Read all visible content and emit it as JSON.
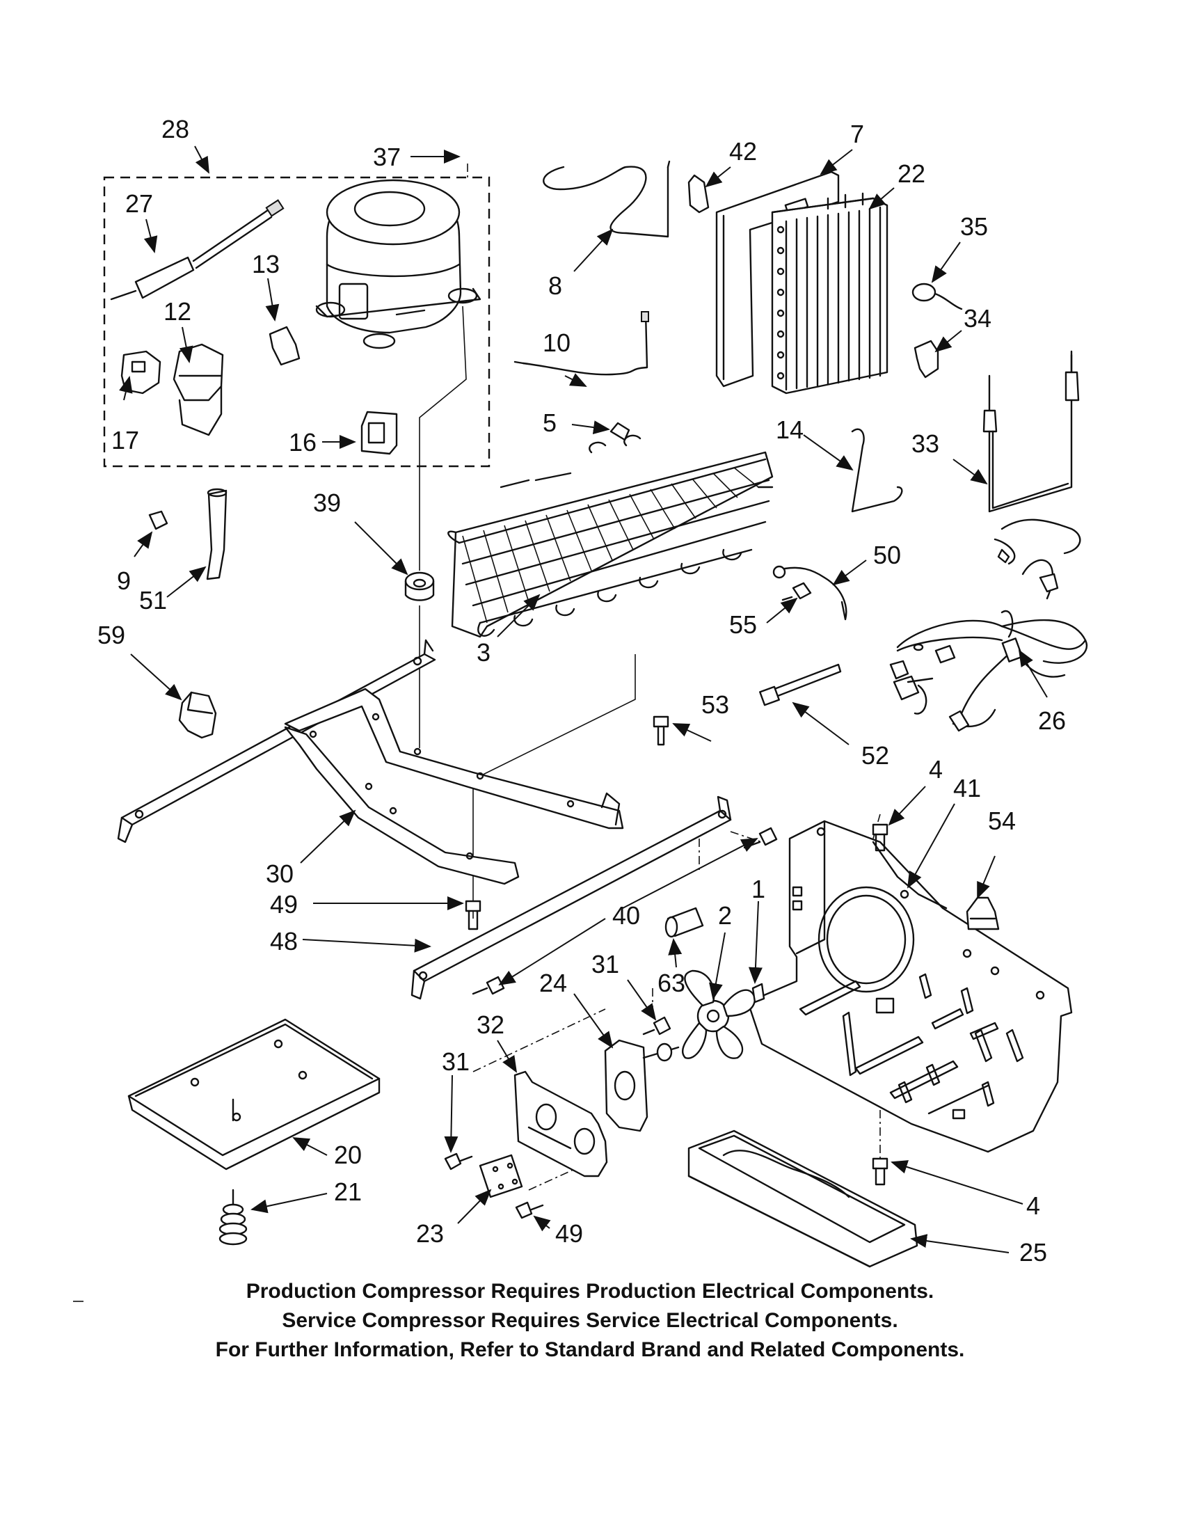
{
  "callouts": [
    "28",
    "37",
    "27",
    "13",
    "12",
    "17",
    "16",
    "8",
    "42",
    "7",
    "22",
    "35",
    "10",
    "34",
    "5",
    "14",
    "33",
    "39",
    "9",
    "51",
    "59",
    "3",
    "50",
    "55",
    "26",
    "53",
    "52",
    "4",
    "41",
    "54",
    "30",
    "49",
    "40",
    "2",
    "1",
    "48",
    "63",
    "31",
    "24",
    "32",
    "31",
    "20",
    "21",
    "23",
    "49",
    "4",
    "25"
  ],
  "notes": {
    "line1": "Production Compressor Requires Production Electrical Components.",
    "line2": "Service Compressor Requires Service Electrical Components.",
    "line3": "For Further Information, Refer to Standard Brand and Related Components."
  }
}
